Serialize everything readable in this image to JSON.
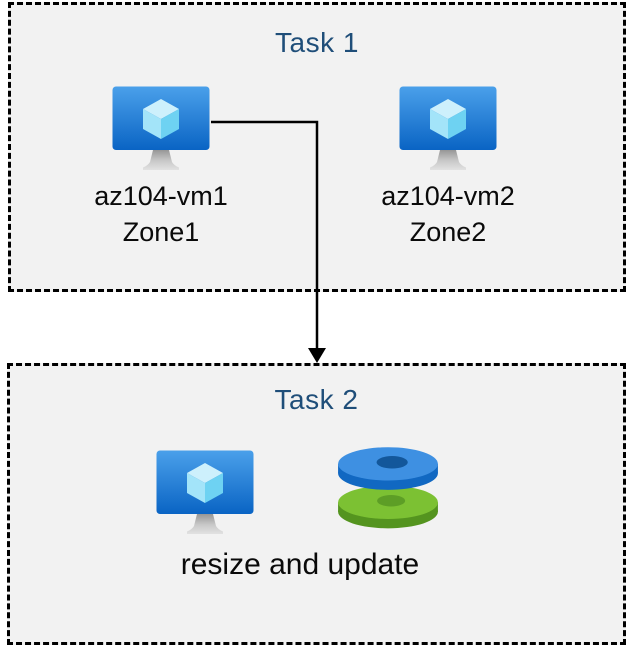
{
  "task1": {
    "title": "Task 1",
    "vms": [
      {
        "name": "az104-vm1",
        "zone": "Zone1"
      },
      {
        "name": "az104-vm2",
        "zone": "Zone2"
      }
    ]
  },
  "task2": {
    "title": "Task 2",
    "caption": "resize and update"
  },
  "icons": {
    "vm": "azure-virtual-machine-icon",
    "disks": "azure-managed-disks-icon",
    "arrow": "down-elbow-arrow"
  },
  "colors": {
    "box_background": "#f2f2f2",
    "box_border": "#000000",
    "title_text": "#1f4e79",
    "label_text": "#0a0a0a",
    "arrow": "#000000",
    "vm_screen_gradient_top": "#4aa0ea",
    "vm_screen_gradient_bottom": "#0a64c4",
    "cube_top": "#cdf0fc",
    "cube_left": "#a3e4f9",
    "cube_right": "#6ed2f2",
    "disk_blue_top": "#3e90e2",
    "disk_blue_side": "#1168c2",
    "disk_blue_hole": "#13579b",
    "disk_green_top": "#7cc133",
    "disk_green_side": "#54941f",
    "disk_green_hole": "#5d9e26"
  }
}
